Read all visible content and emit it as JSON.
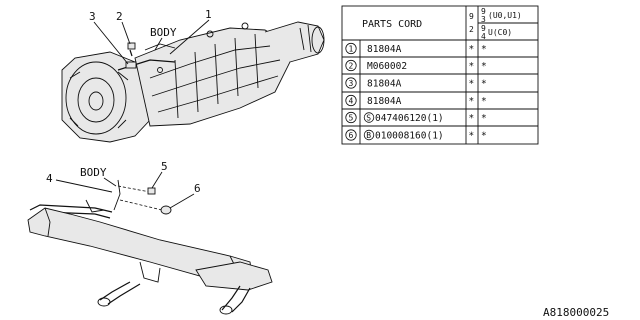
{
  "top_callouts": [
    "3",
    "2",
    "BODY",
    "1"
  ],
  "bottom_callouts": [
    "4",
    "BODY",
    "5",
    "6"
  ],
  "table": {
    "header": "PARTS CORD",
    "model_col": [
      "9",
      "2"
    ],
    "col_header_top": [
      "9",
      "3",
      "(U0,U1)"
    ],
    "col_header_bottom": [
      "9",
      "4",
      "U(C0)"
    ],
    "rows": [
      {
        "no": "1",
        "prefix": "",
        "code": "81804A",
        "c1": "*",
        "c2": "*"
      },
      {
        "no": "2",
        "prefix": "",
        "code": "M060002",
        "c1": "*",
        "c2": "*"
      },
      {
        "no": "3",
        "prefix": "",
        "code": "81804A",
        "c1": "*",
        "c2": "*"
      },
      {
        "no": "4",
        "prefix": "",
        "code": "81804A",
        "c1": "*",
        "c2": "*"
      },
      {
        "no": "5",
        "prefix": "S",
        "code": "047406120(1)",
        "c1": "*",
        "c2": "*"
      },
      {
        "no": "6",
        "prefix": "B",
        "code": "010008160(1)",
        "c1": "*",
        "c2": "*"
      }
    ]
  },
  "footer_code": "A818000025"
}
